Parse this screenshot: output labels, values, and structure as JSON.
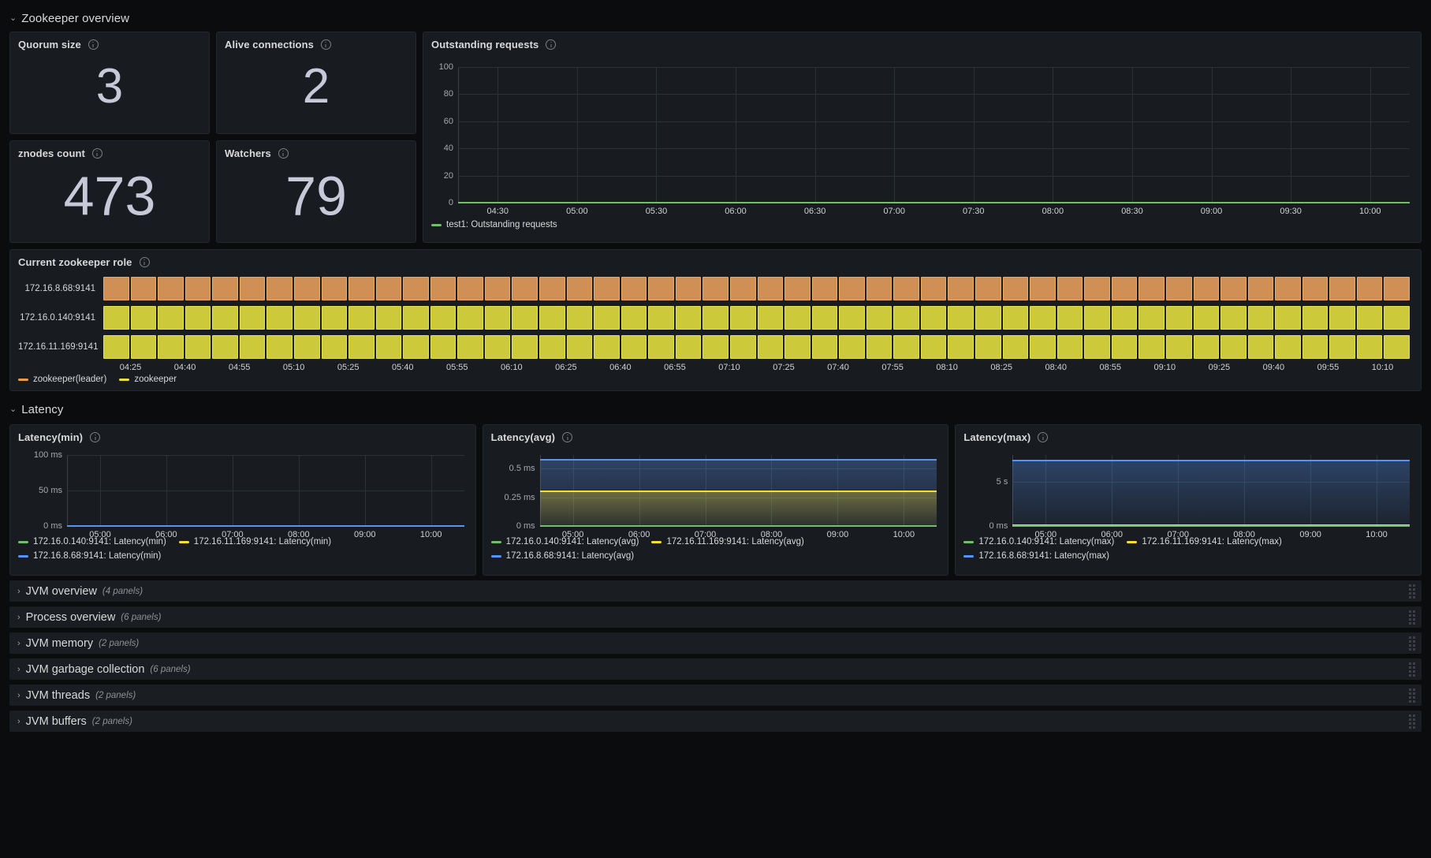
{
  "rows": {
    "zookeeper_overview": {
      "title": "Zookeeper overview",
      "chevron": "⌄"
    },
    "latency": {
      "title": "Latency",
      "chevron": "⌄"
    }
  },
  "stats": [
    {
      "title": "Quorum size",
      "value": "3"
    },
    {
      "title": "Alive connections",
      "value": "2"
    },
    {
      "title": "znodes count",
      "value": "473"
    },
    {
      "title": "Watchers",
      "value": "79"
    }
  ],
  "outstanding": {
    "title": "Outstanding requests",
    "legend": [
      {
        "label": "test1: Outstanding requests",
        "color": "#73bf69"
      }
    ]
  },
  "timeline": {
    "title": "Current zookeeper role",
    "rows": [
      {
        "label": "172.16.8.68:9141",
        "color": "#d08f55"
      },
      {
        "label": "172.16.0.140:9141",
        "color": "#ccc93b"
      },
      {
        "label": "172.16.11.169:9141",
        "color": "#ccc93b"
      }
    ],
    "xticks": [
      "04:25",
      "04:40",
      "04:55",
      "05:10",
      "05:25",
      "05:40",
      "05:55",
      "06:10",
      "06:25",
      "06:40",
      "06:55",
      "07:10",
      "07:25",
      "07:40",
      "07:55",
      "08:10",
      "08:25",
      "08:40",
      "08:55",
      "09:10",
      "09:25",
      "09:40",
      "09:55",
      "10:10"
    ],
    "legend": [
      {
        "label": "zookeeper(leader)",
        "color": "#eb9c4a"
      },
      {
        "label": "zookeeper",
        "color": "#e8df3a"
      }
    ]
  },
  "latency_panels": [
    {
      "title": "Latency(min)",
      "legend": [
        {
          "label": "172.16.0.140:9141: Latency(min)",
          "color": "#73bf69"
        },
        {
          "label": "172.16.11.169:9141: Latency(min)",
          "color": "#fade2a"
        },
        {
          "label": "172.16.8.68:9141: Latency(min)",
          "color": "#5794f2"
        }
      ]
    },
    {
      "title": "Latency(avg)",
      "legend": [
        {
          "label": "172.16.0.140:9141: Latency(avg)",
          "color": "#73bf69"
        },
        {
          "label": "172.16.11.169:9141: Latency(avg)",
          "color": "#fade2a"
        },
        {
          "label": "172.16.8.68:9141: Latency(avg)",
          "color": "#5794f2"
        }
      ]
    },
    {
      "title": "Latency(max)",
      "legend": [
        {
          "label": "172.16.0.140:9141: Latency(max)",
          "color": "#73bf69"
        },
        {
          "label": "172.16.11.169:9141: Latency(max)",
          "color": "#fade2a"
        },
        {
          "label": "172.16.8.68:9141: Latency(max)",
          "color": "#5794f2"
        }
      ]
    }
  ],
  "collapsed_rows": [
    {
      "title": "JVM overview",
      "count": "(4 panels)",
      "chevron": "›"
    },
    {
      "title": "Process overview",
      "count": "(6 panels)",
      "chevron": "›"
    },
    {
      "title": "JVM memory",
      "count": "(2 panels)",
      "chevron": "›"
    },
    {
      "title": "JVM garbage collection",
      "count": "(6 panels)",
      "chevron": "›"
    },
    {
      "title": "JVM threads",
      "count": "(2 panels)",
      "chevron": "›"
    },
    {
      "title": "JVM buffers",
      "count": "(2 panels)",
      "chevron": "›"
    }
  ],
  "chart_data": [
    {
      "type": "line",
      "title": "Outstanding requests",
      "xlabel": "",
      "ylabel": "",
      "ylim": [
        0,
        100
      ],
      "yticks": [
        0,
        20,
        40,
        60,
        80,
        100
      ],
      "ytick_labels": [
        "0",
        "20",
        "40",
        "60",
        "80",
        "100"
      ],
      "x": [
        "04:30",
        "05:00",
        "05:30",
        "06:00",
        "06:30",
        "07:00",
        "07:30",
        "08:00",
        "08:30",
        "09:00",
        "09:30",
        "10:00"
      ],
      "series": [
        {
          "name": "test1: Outstanding requests",
          "color": "#73bf69",
          "values": [
            0,
            0,
            0,
            0,
            0,
            0,
            0,
            0,
            0,
            0,
            0,
            0
          ]
        }
      ],
      "grid": true,
      "legend_position": "bottom"
    },
    {
      "type": "heatmap",
      "title": "Current zookeeper role",
      "xlabel": "",
      "ylabel": "",
      "rows": [
        "172.16.8.68:9141",
        "172.16.0.140:9141",
        "172.16.11.169:9141"
      ],
      "states": [
        "zookeeper(leader)",
        "zookeeper",
        "zookeeper"
      ],
      "x": [
        "04:25",
        "04:40",
        "04:55",
        "05:10",
        "05:25",
        "05:40",
        "05:55",
        "06:10",
        "06:25",
        "06:40",
        "06:55",
        "07:10",
        "07:25",
        "07:40",
        "07:55",
        "08:10",
        "08:25",
        "08:40",
        "08:55",
        "09:10",
        "09:25",
        "09:40",
        "09:55",
        "10:10"
      ],
      "legend_position": "bottom"
    },
    {
      "type": "line",
      "title": "Latency(min)",
      "xlabel": "",
      "ylabel": "",
      "ylim": [
        0,
        100
      ],
      "yticks": [
        0,
        50,
        100
      ],
      "ytick_labels": [
        "0 ms",
        "50 ms",
        "100 ms"
      ],
      "x": [
        "05:00",
        "06:00",
        "07:00",
        "08:00",
        "09:00",
        "10:00"
      ],
      "series": [
        {
          "name": "172.16.0.140:9141: Latency(min)",
          "color": "#73bf69",
          "values": [
            0,
            0,
            0,
            0,
            0,
            0
          ]
        },
        {
          "name": "172.16.11.169:9141: Latency(min)",
          "color": "#fade2a",
          "values": [
            0,
            0,
            0,
            0,
            0,
            0
          ]
        },
        {
          "name": "172.16.8.68:9141: Latency(min)",
          "color": "#5794f2",
          "values": [
            0,
            0,
            0,
            0,
            0,
            0
          ]
        }
      ],
      "grid": true,
      "legend_position": "bottom"
    },
    {
      "type": "area",
      "title": "Latency(avg)",
      "xlabel": "",
      "ylabel": "",
      "ylim": [
        0,
        0.62
      ],
      "yticks": [
        0,
        0.25,
        0.5
      ],
      "ytick_labels": [
        "0 ms",
        "0.25 ms",
        "0.5 ms"
      ],
      "x": [
        "05:00",
        "06:00",
        "07:00",
        "08:00",
        "09:00",
        "10:00"
      ],
      "series": [
        {
          "name": "172.16.0.140:9141: Latency(avg)",
          "color": "#73bf69",
          "values": [
            0,
            0,
            0,
            0,
            0,
            0
          ]
        },
        {
          "name": "172.16.11.169:9141: Latency(avg)",
          "color": "#fade2a",
          "values": [
            0.3,
            0.3,
            0.3,
            0.3,
            0.3,
            0.3
          ]
        },
        {
          "name": "172.16.8.68:9141: Latency(avg)",
          "color": "#5794f2",
          "values": [
            0.58,
            0.58,
            0.58,
            0.58,
            0.58,
            0.58
          ]
        }
      ],
      "grid": true,
      "legend_position": "bottom"
    },
    {
      "type": "area",
      "title": "Latency(max)",
      "xlabel": "",
      "ylabel": "",
      "ylim": [
        0,
        8
      ],
      "yticks": [
        0,
        5
      ],
      "ytick_labels": [
        "0 ms",
        "5 s"
      ],
      "x": [
        "05:00",
        "06:00",
        "07:00",
        "08:00",
        "09:00",
        "10:00"
      ],
      "series": [
        {
          "name": "172.16.0.140:9141: Latency(max)",
          "color": "#73bf69",
          "values": [
            0,
            0,
            0,
            0,
            0,
            0
          ]
        },
        {
          "name": "172.16.11.169:9141: Latency(max)",
          "color": "#fade2a",
          "values": [
            0.1,
            0.1,
            0.1,
            0.1,
            0.1,
            0.1
          ]
        },
        {
          "name": "172.16.8.68:9141: Latency(max)",
          "color": "#5794f2",
          "values": [
            7.4,
            7.4,
            7.4,
            7.4,
            7.4,
            7.4
          ]
        }
      ],
      "grid": true,
      "legend_position": "bottom"
    }
  ]
}
